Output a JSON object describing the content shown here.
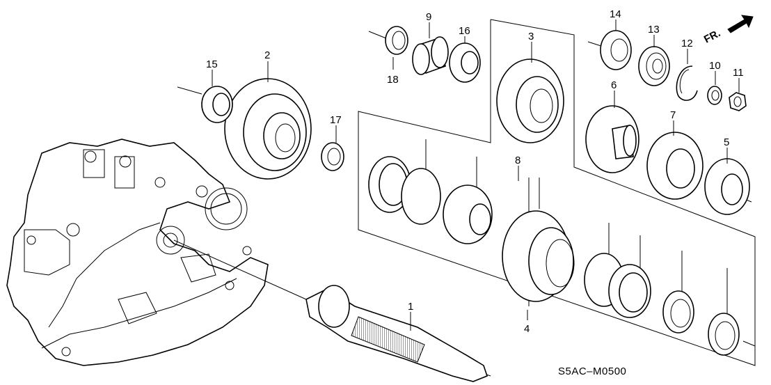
{
  "diagram": {
    "code": "S5AC–M0500",
    "direction_label": "FR.",
    "callouts": [
      {
        "id": "c1",
        "text": "1"
      },
      {
        "id": "c2",
        "text": "2"
      },
      {
        "id": "c3",
        "text": "3"
      },
      {
        "id": "c4",
        "text": "4"
      },
      {
        "id": "c5",
        "text": "5"
      },
      {
        "id": "c6",
        "text": "6"
      },
      {
        "id": "c7",
        "text": "7"
      },
      {
        "id": "c8",
        "text": "8"
      },
      {
        "id": "c9",
        "text": "9"
      },
      {
        "id": "c10",
        "text": "10"
      },
      {
        "id": "c11",
        "text": "11"
      },
      {
        "id": "c12",
        "text": "12"
      },
      {
        "id": "c13",
        "text": "13"
      },
      {
        "id": "c14",
        "text": "14"
      },
      {
        "id": "c15",
        "text": "15"
      },
      {
        "id": "c16",
        "text": "16"
      },
      {
        "id": "c17",
        "text": "17"
      },
      {
        "id": "c18",
        "text": "18"
      }
    ]
  }
}
